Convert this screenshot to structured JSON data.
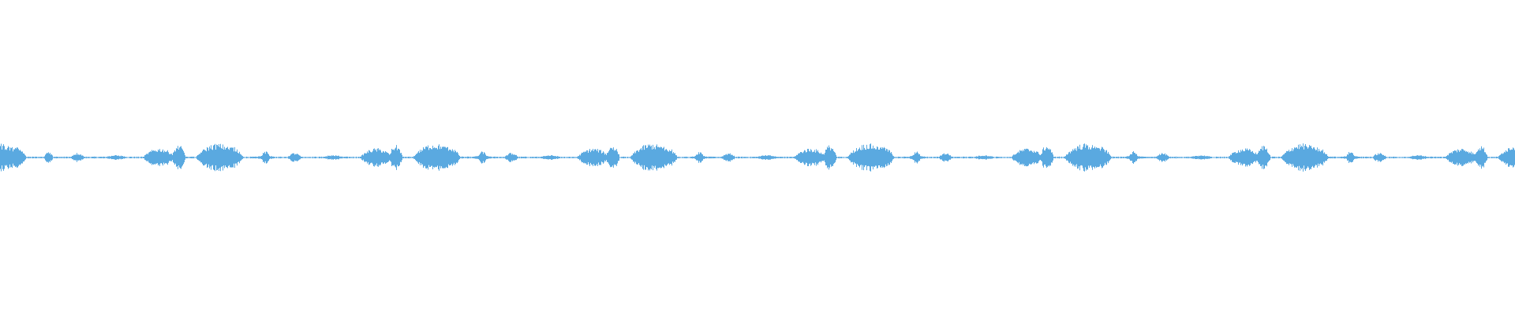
{
  "waveform": {
    "color": "#5aa9e0",
    "background": "#ffffff",
    "pattern": [
      0.0,
      0.09,
      0.18,
      0.27,
      0.36,
      0.45,
      0.54,
      0.63,
      0.72,
      0.81,
      0.9,
      0.99,
      1.08,
      1.17
    ],
    "bursts": [
      {
        "offset": 0.0,
        "width": 0.018,
        "amp": 0.09
      },
      {
        "offset": 0.006,
        "width": 0.01,
        "amp": 0.07
      },
      {
        "offset": 0.02,
        "width": 0.004,
        "amp": 0.04
      },
      {
        "offset": 0.032,
        "width": 0.006,
        "amp": 0.03
      },
      {
        "offset": 0.048,
        "width": 0.01,
        "amp": 0.015
      },
      {
        "offset": 0.066,
        "width": 0.014,
        "amp": 0.06
      },
      {
        "offset": 0.074,
        "width": 0.006,
        "amp": 0.08
      },
      {
        "offset": 0.084,
        "width": 0.004,
        "amp": 0.04
      },
      {
        "offset": 0.094,
        "width": 0.006,
        "amp": 0.07
      },
      {
        "offset": 0.11,
        "width": 0.01,
        "amp": 0.012
      }
    ],
    "baseline_amp": 0.004
  }
}
